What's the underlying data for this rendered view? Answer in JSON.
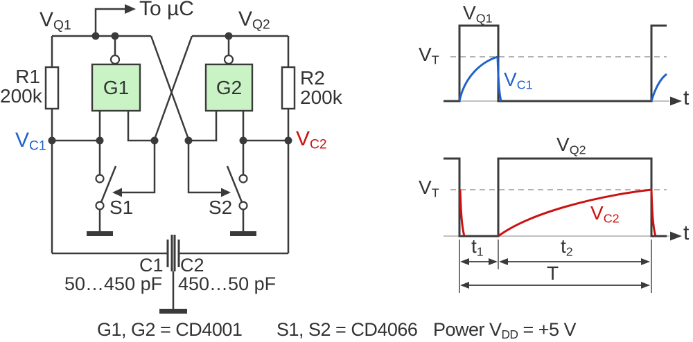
{
  "colors": {
    "wire": "#3a3a3a",
    "gate_fill": "#c9f2c5",
    "blue_trace": "#2161cb",
    "red_trace": "#cc1111",
    "threshold_dash": "#999999",
    "axis_gray": "#9a9a9a",
    "text": "#333333"
  },
  "circuit": {
    "to_uc": "To µC",
    "labels": {
      "vq1": {
        "main": "V",
        "sub": "Q1"
      },
      "vq2": {
        "main": "V",
        "sub": "Q2"
      },
      "vc1": {
        "main": "V",
        "sub": "C1"
      },
      "vc2": {
        "main": "V",
        "sub": "C2"
      }
    },
    "r1": {
      "name": "R1",
      "value": "200k"
    },
    "r2": {
      "name": "R2",
      "value": "200k"
    },
    "g1": {
      "name": "G1"
    },
    "g2": {
      "name": "G2"
    },
    "s1": {
      "name": "S1"
    },
    "s2": {
      "name": "S2"
    },
    "c1": {
      "name": "C1",
      "value": "50…450 pF"
    },
    "c2": {
      "name": "C2",
      "value": "450…50 pF"
    }
  },
  "caption": {
    "gates": "G1, G2 = CD4001",
    "switches": "S1, S2 = CD4066",
    "power": {
      "prefix": "Power V",
      "sub": "DD",
      "suffix": " = +5 V"
    }
  },
  "waveforms": {
    "top": {
      "signal": {
        "main": "V",
        "sub": "Q1"
      },
      "curve": {
        "main": "V",
        "sub": "C1"
      },
      "threshold": {
        "main": "V",
        "sub": "T"
      },
      "axis": "t"
    },
    "bottom": {
      "signal": {
        "main": "V",
        "sub": "Q2"
      },
      "curve": {
        "main": "V",
        "sub": "C2"
      },
      "threshold": {
        "main": "V",
        "sub": "T"
      },
      "axis": "t",
      "t1": {
        "main": "t",
        "sub": "1"
      },
      "t2": {
        "main": "t",
        "sub": "2"
      },
      "period": "T"
    }
  },
  "chart_data": [
    {
      "type": "line",
      "title": "Top timing plot",
      "xlabel": "t",
      "reference_lines": [
        {
          "label": "V_T",
          "style": "dashed gray horizontal threshold"
        }
      ],
      "series": [
        {
          "name": "V_Q1",
          "color": "#3a3a3a",
          "description": "square pulse: low, high from t=0 to t1, low from t1 to T, rises high again at T"
        },
        {
          "name": "V_C1",
          "color": "#2161cb",
          "description": "exponential charge from 0 reaching V_T exactly at end of pulse, then fast discharge to 0; partial recharge after T"
        }
      ]
    },
    {
      "type": "line",
      "title": "Bottom timing plot",
      "xlabel": "t",
      "reference_lines": [
        {
          "label": "V_T",
          "style": "dashed gray horizontal threshold"
        }
      ],
      "annotations": [
        {
          "label": "t1",
          "span": "falling edge to rising edge of V_Q2"
        },
        {
          "label": "t2",
          "span": "rising edge to next falling edge of V_Q2"
        },
        {
          "label": "T",
          "span": "full period t1 + t2"
        }
      ],
      "series": [
        {
          "name": "V_Q2",
          "color": "#3a3a3a",
          "description": "complement of V_Q1: high, low during t1, high during t2, falls at T"
        },
        {
          "name": "V_C2",
          "color": "#cc1111",
          "description": "fast discharge from V_T to 0 at start of t1, slow exponential charge to V_T across t2, fast discharge at T"
        }
      ]
    }
  ]
}
